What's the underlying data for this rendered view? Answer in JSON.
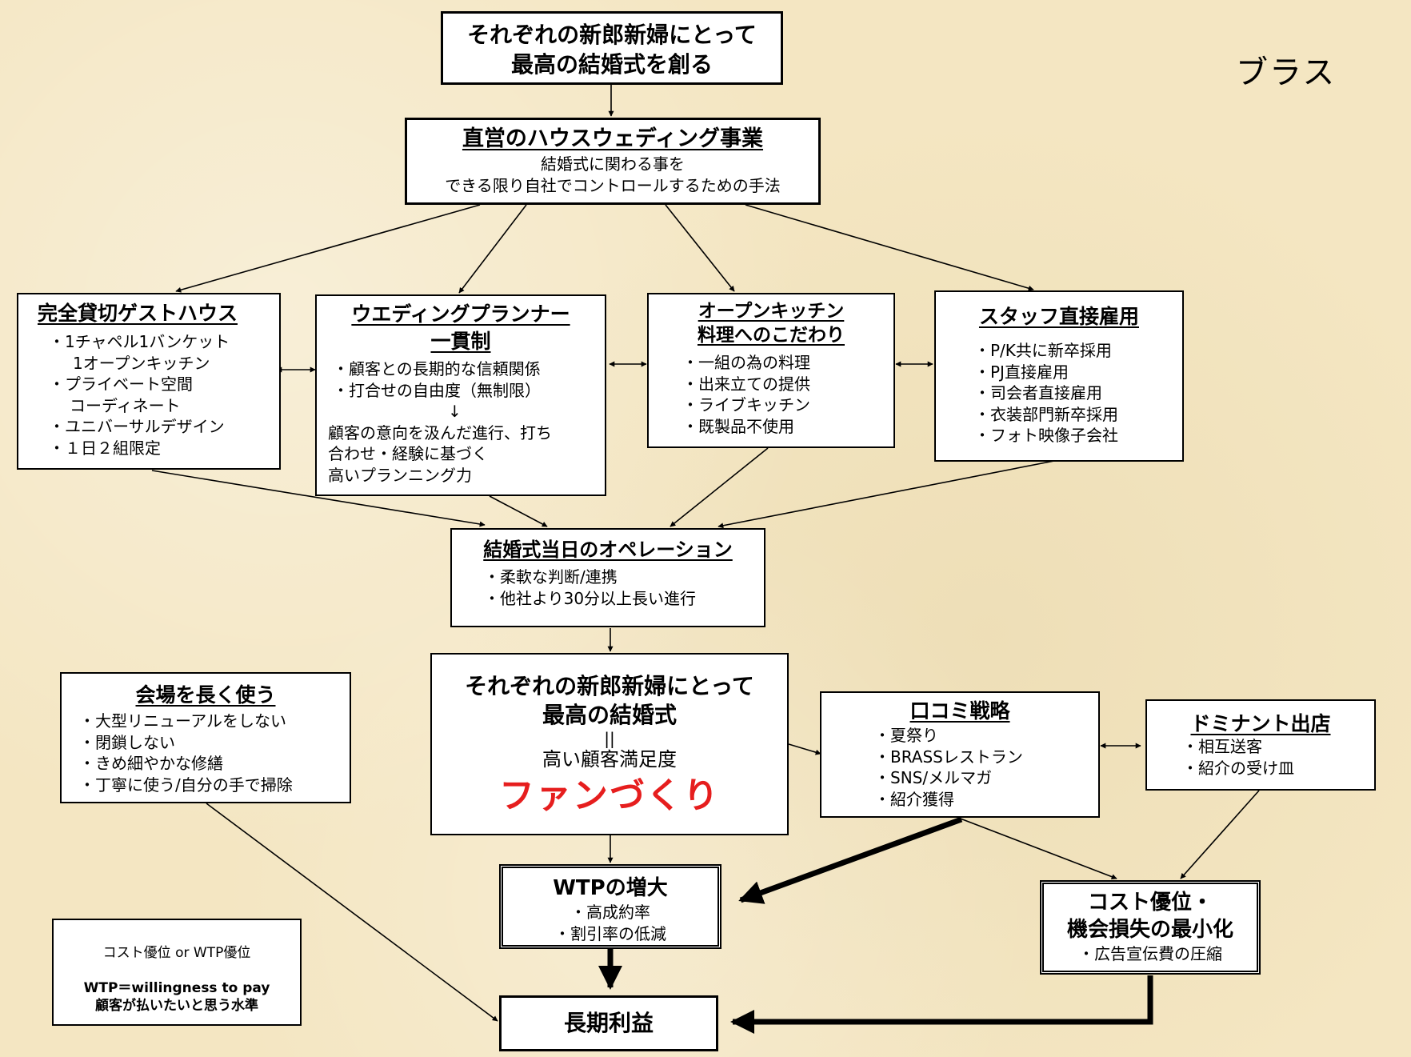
{
  "corner_label": "ブラス",
  "top_goal": {
    "lines": [
      "それぞれの新郎新婦にとって",
      "最高の結婚式を創る"
    ]
  },
  "house_wedding": {
    "title": "直営のハウスウェディング事業",
    "lines": [
      "結婚式に関わる事を",
      "できる限り自社でコントロールするための手法"
    ]
  },
  "guest_house": {
    "title": "完全貸切ゲストハウス",
    "lines": [
      "・1チャペル1バンケット",
      "1オープンキッチン",
      "・プライベート空間",
      "コーディネート",
      "・ユニバーサルデザイン",
      "・１日２組限定"
    ]
  },
  "planner": {
    "title_lines": [
      "ウエディングプランナー",
      "一貫制"
    ],
    "lines": [
      "・顧客との長期的な信頼関係",
      "・打合せの自由度（無制限）"
    ],
    "arrow": "↓",
    "result_lines": [
      "顧客の意向を汲んだ進行、打ち",
      "合わせ・経験に基づく",
      "高いプランニング力"
    ]
  },
  "kitchen": {
    "title_lines": [
      "オープンキッチン",
      "料理へのこだわり"
    ],
    "lines": [
      "・一組の為の料理",
      "・出来立ての提供",
      "・ライブキッチン",
      "・既製品不使用"
    ]
  },
  "staff": {
    "title": "スタッフ直接雇用",
    "lines": [
      "・P/K共に新卒採用",
      "・PJ直接雇用",
      "・司会者直接雇用",
      "・衣装部門新卒採用",
      "・フォト映像子会社"
    ]
  },
  "operation": {
    "title": "結婚式当日のオペレーション",
    "lines": [
      "・柔軟な判断/連携",
      "・他社より30分以上長い進行"
    ]
  },
  "center": {
    "lines": [
      "それぞれの新郎新婦にとって",
      "最高の結婚式"
    ],
    "equals": "||",
    "sub": "高い顧客満足度",
    "fan": "ファンづくり"
  },
  "venue": {
    "title": "会場を長く使う",
    "lines": [
      "・大型リニューアルをしない",
      "・閉鎖しない",
      "・きめ細やかな修繕",
      "・丁寧に使う/自分の手で掃除"
    ]
  },
  "word_of_mouth": {
    "title": "口コミ戦略",
    "lines": [
      "・夏祭り",
      "・BRASSレストラン",
      "・SNS/メルマガ",
      "・紹介獲得"
    ]
  },
  "dominant": {
    "title": "ドミナント出店",
    "lines": [
      "・相互送客",
      "・紹介の受け皿"
    ]
  },
  "wtp": {
    "title": "WTPの増大",
    "lines": [
      "・高成約率",
      "・割引率の低減"
    ]
  },
  "cost": {
    "title_lines": [
      "コスト優位・",
      "機会損失の最小化"
    ],
    "lines": [
      "・広告宣伝費の圧縮"
    ]
  },
  "legend": {
    "line1": "コスト優位 or WTP優位",
    "line2": "WTP＝willingness to pay",
    "line3": "顧客が払いたいと思う水準"
  },
  "profit": {
    "title": "長期利益"
  },
  "colors": {
    "fan_text": "#e61e1e",
    "background": "#f4e6c2"
  }
}
